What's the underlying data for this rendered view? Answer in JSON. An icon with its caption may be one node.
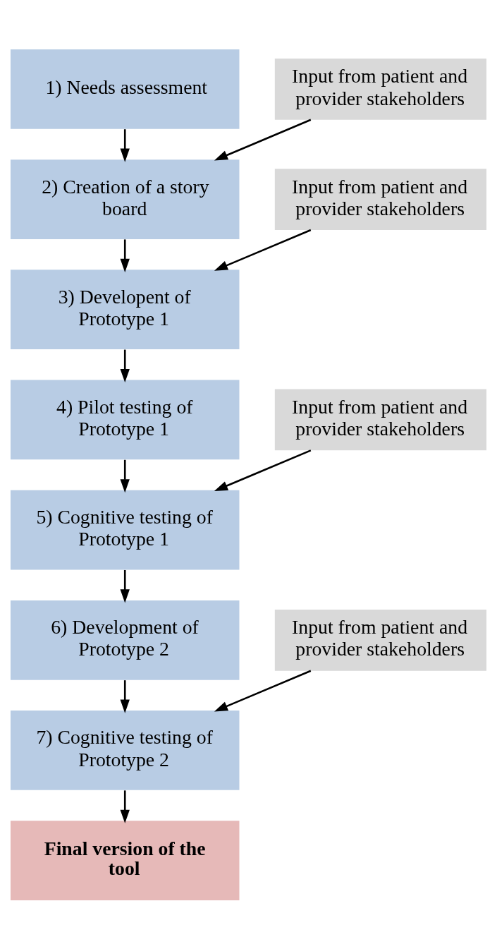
{
  "diagram": {
    "nodes": [
      {
        "text": [
          "1) Needs assessment"
        ]
      },
      {
        "text": [
          "Input from patient and provider stakeholders"
        ]
      },
      {
        "text": [
          "2) Creation of a story board"
        ]
      },
      {
        "text": [
          "Input from patient and provider stakeholders"
        ]
      },
      {
        "text": [
          "3) Developent of Prototype 1"
        ]
      },
      {
        "text": [
          "4) Pilot testing of Prototype 1"
        ]
      },
      {
        "text": [
          "Input from patient and provider stakeholders"
        ]
      },
      {
        "text": [
          "5) Cognitive testing of Prototype 1"
        ]
      },
      {
        "text": [
          "6) Development of Prototype 2"
        ]
      },
      {
        "text": [
          "Input from patient and provider stakeholders"
        ]
      },
      {
        "text": [
          "7) Cognitive testing of Prototype 2"
        ]
      },
      {
        "text": [
          "Final version of the tool"
        ]
      }
    ],
    "edges": [
      {
        "from": 0,
        "to": 2,
        "arrow": "to"
      },
      {
        "from": 1,
        "to": 2,
        "arrow": "to"
      },
      {
        "from": 2,
        "to": 4,
        "arrow": "to"
      },
      {
        "from": 3,
        "to": 4,
        "arrow": "to"
      },
      {
        "from": 4,
        "to": 5,
        "arrow": "to"
      },
      {
        "from": 5,
        "to": 7,
        "arrow": "to"
      },
      {
        "from": 6,
        "to": 7,
        "arrow": "to"
      },
      {
        "from": 7,
        "to": 8,
        "arrow": "to"
      },
      {
        "from": 8,
        "to": 10,
        "arrow": "to"
      },
      {
        "from": 9,
        "to": 10,
        "arrow": "to"
      },
      {
        "from": 10,
        "to": 11,
        "arrow": "to"
      }
    ]
  }
}
